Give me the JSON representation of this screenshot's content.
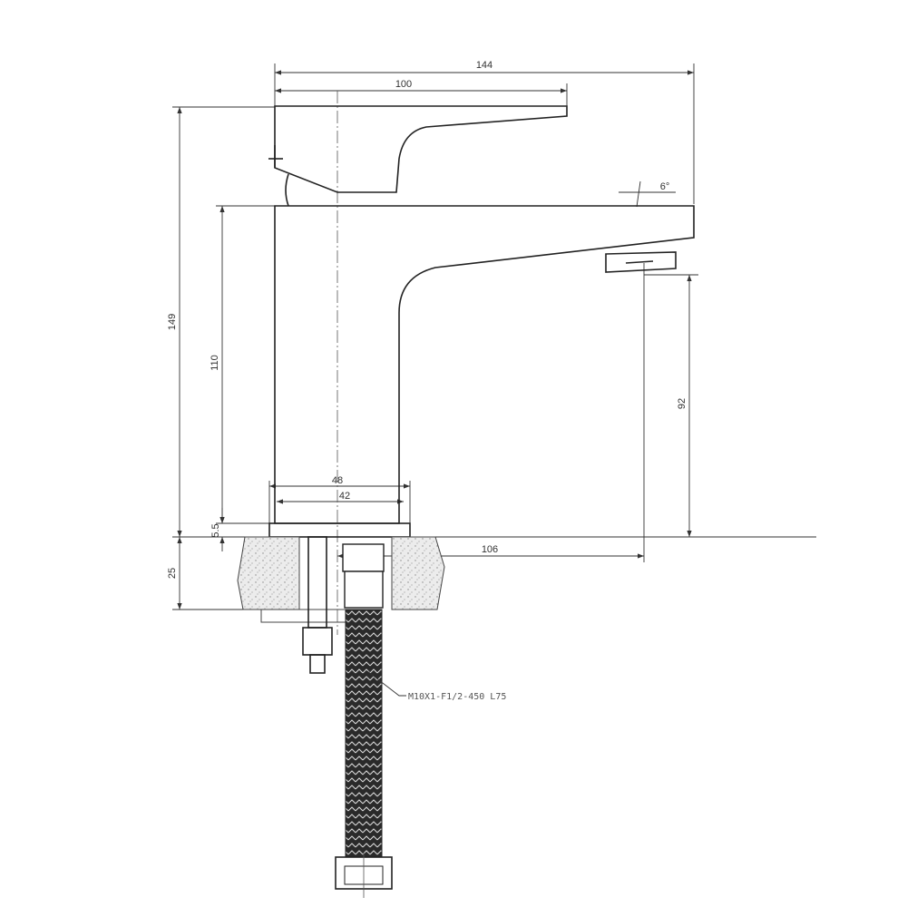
{
  "dimensions": {
    "overall_width": "144",
    "handle_length": "100",
    "overall_height": "149",
    "body_height": "110",
    "spout_clearance": "92",
    "base_outer": "48",
    "base_inner": "42",
    "base_plate_thickness": "5.5",
    "counter_thickness": "25",
    "spout_reach": "106",
    "spout_angle": "6°"
  },
  "callouts": {
    "hose_spec": "M10X1-F1/2-450 L75"
  },
  "colors": {
    "line": "#222222",
    "counter_fill": "#e6e6e6",
    "hose_fill": "#2a2a2a"
  }
}
